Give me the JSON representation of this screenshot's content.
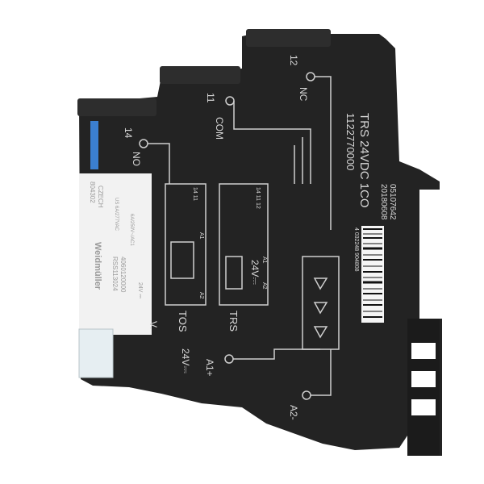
{
  "colors": {
    "body": "#232323",
    "label": "#d8d8d8",
    "relay": "#f2f2f2",
    "blue": "#3b7fd0"
  },
  "housing": {
    "model": "TRS 24VDC 1CO",
    "part_number": "1122770000",
    "code1": "05107642",
    "code2": "20180608",
    "barcode": "4 032248 904808"
  },
  "terminals": {
    "t12": "12",
    "nc": "NC",
    "t11": "11",
    "com": "COM",
    "t14": "14",
    "no": "NO",
    "a1": "A1+",
    "a2": "A2-",
    "v24": "24V⎓",
    "v24b": "24V⎓",
    "v": "V."
  },
  "schematic": {
    "tos": "TOS",
    "trs": "TRS",
    "tos_pins": "14 11",
    "trs_pins": "14 11 12",
    "a1": "A1",
    "a2": "A2",
    "a1b": "A1",
    "a2b": "A2"
  },
  "relay": {
    "brand": "Weidmüller",
    "code": "804302",
    "origin": "CZECH",
    "rating_us": "US 6A/277VAC",
    "rating_eu": "6A/250V~/AC1",
    "type": "RSS113024",
    "part": "4060120000",
    "voltage": "24V ⎓"
  }
}
